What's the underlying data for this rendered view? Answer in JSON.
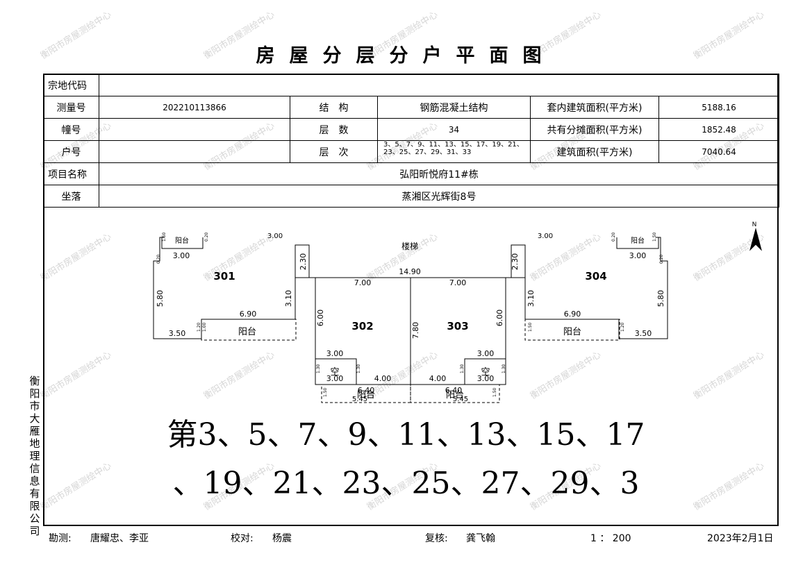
{
  "title": "房屋分层分户平面图",
  "info": {
    "land_code_label": "宗地代码",
    "land_code": "",
    "survey_no_label": "测量号",
    "survey_no": "202210113866",
    "structure_label": "结　构",
    "structure": "钢筋混凝土结构",
    "inner_area_label": "套内建筑面积(平方米)",
    "inner_area": "5188.16",
    "building_no_label": "幢号",
    "building_no": "",
    "floors_label": "层　数",
    "floors": "34",
    "shared_area_label": "共有分摊面积(平方米)",
    "shared_area": "1852.48",
    "unit_no_label": "户号",
    "unit_no": "",
    "floor_list_label": "层　次",
    "floor_list": "3、5、7、9、11、13、15、17、19、21、23、25、27、29、31、33",
    "building_area_label": "建筑面积(平方米)",
    "building_area": "7040.64",
    "project_label": "项目名称",
    "project": "弘阳昕悦府11#栋",
    "location_label": "坐落",
    "location": "蒸湘区光辉街8号"
  },
  "plan": {
    "stair": "楼梯",
    "north": "N",
    "balcony": "阳台",
    "void": "空",
    "units": [
      "301",
      "302",
      "303",
      "304"
    ],
    "dims": {
      "d1490": "14.90",
      "d700": "7.00",
      "d690": "6.90",
      "d580": "5.80",
      "d350": "3.50",
      "d300": "3.00",
      "d310": "3.10",
      "d230": "2.30",
      "d600": "6.00",
      "d780": "7.80",
      "d400": "4.00",
      "d640": "6.40",
      "d545": "5.45",
      "d130": "1.30",
      "d120": "1.20",
      "d150": "1.50",
      "d020": "0.20",
      "d100": "1.00"
    }
  },
  "floor_text_line1": "第3、5、7、9、11、13、15、17",
  "floor_text_line2": "、19、21、23、25、27、29、3",
  "side_company": "衡阳市大雁地理信息有限公司",
  "watermark": "衡阳市房屋测绘中心",
  "footer": {
    "survey_label": "勘测:",
    "surveyors": "唐耀忠、李亚",
    "check_label": "校对:",
    "checker": "杨震",
    "review_label": "复核:",
    "reviewer": "龚飞翰",
    "scale": "1 ： 200",
    "date": "2023年2月1日"
  }
}
